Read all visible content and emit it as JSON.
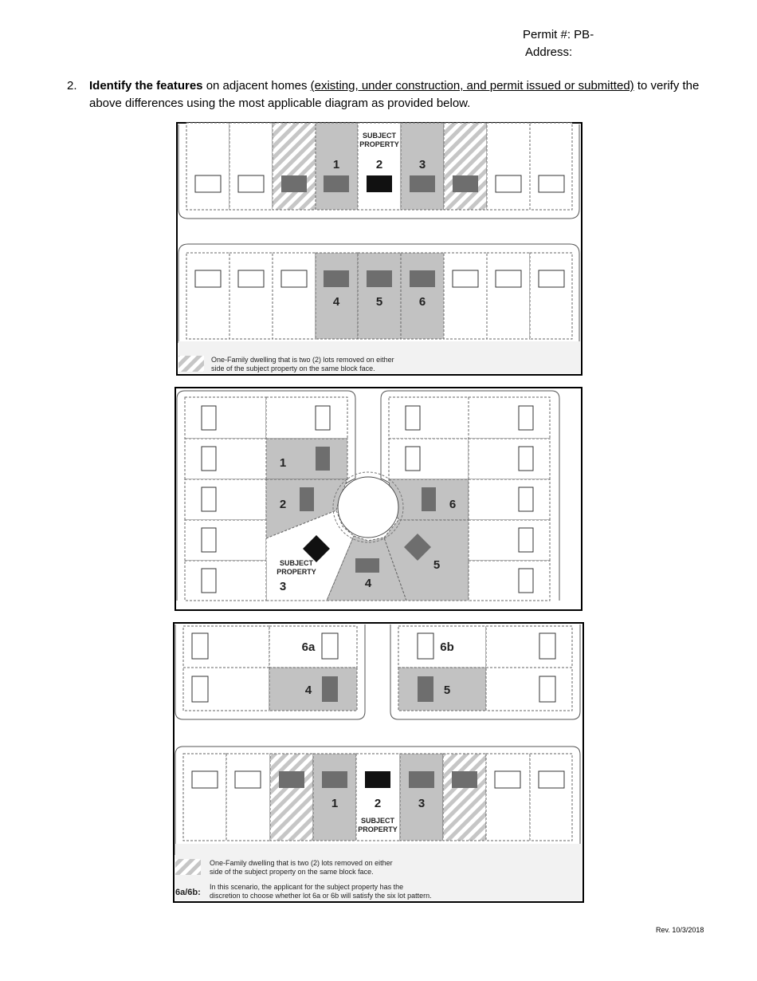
{
  "header": {
    "permit_label": "Permit #:   PB-",
    "address_label": "Address:"
  },
  "item": {
    "number": "2.",
    "bold_text": "Identify the features",
    "text_before_underline": " on adjacent homes ",
    "underlined_text": "(existing, under construction, and permit issued or submitted)",
    "text_after_underline": " to verify the above differences using the most applicable diagram as provided below."
  },
  "diagram1": {
    "subject_line1": "SUBJECT",
    "subject_line2": "PROPERTY",
    "lots_top": [
      "1",
      "2",
      "3"
    ],
    "lots_bottom": [
      "4",
      "5",
      "6"
    ],
    "legend_line1": "One-Family dwelling that is two (2) lots removed on either",
    "legend_line2": "side of the subject property on the same block face."
  },
  "diagram2": {
    "lot_labels": [
      "1",
      "2",
      "3",
      "4",
      "5",
      "6"
    ],
    "subject_line1": "SUBJECT",
    "subject_line2": "PROPERTY"
  },
  "diagram3": {
    "lot_labels_top": [
      "6a",
      "4",
      "6b",
      "5"
    ],
    "lots_bottom": [
      "1",
      "2",
      "3"
    ],
    "subject_line1": "SUBJECT",
    "subject_line2": "PROPERTY",
    "legend_line1": "One-Family dwelling that is two (2) lots removed on either",
    "legend_line2": "side of the subject property on the same block face.",
    "note_key": "6a/6b:",
    "note_line1": "In this scenario, the applicant for the subject property has the",
    "note_line2": "discretion to choose whether lot 6a or 6b will satisfy the six lot pattern."
  },
  "footer": {
    "revision": "Rev. 10/3/2018"
  },
  "colors": {
    "lot_gray": "#c2c2c2",
    "house_gray": "#6e6e6e",
    "subject_black": "#111111"
  }
}
